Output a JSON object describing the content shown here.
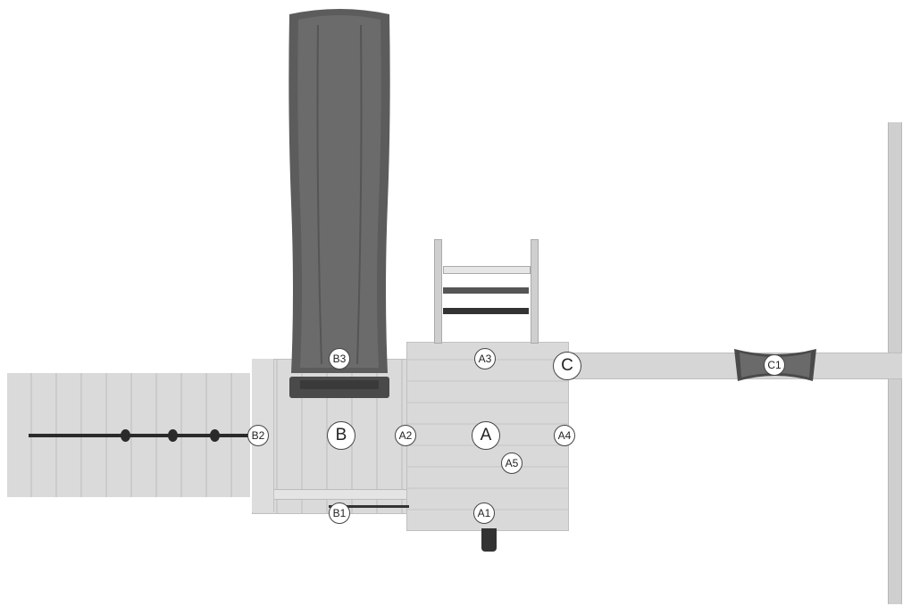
{
  "colors": {
    "wood": "#d9d9d9",
    "wood_dark": "#c4c4c4",
    "slide": "#5e5e5e",
    "rung_light": "#dcdcdc",
    "rung_dark": "#333333",
    "background": "#ffffff"
  },
  "markers": {
    "A": "A",
    "A1": "A1",
    "A2": "A2",
    "A3": "A3",
    "A4": "A4",
    "A5": "A5",
    "B": "B",
    "B1": "B1",
    "B2": "B2",
    "B3": "B3",
    "C": "C",
    "C1": "C1"
  }
}
